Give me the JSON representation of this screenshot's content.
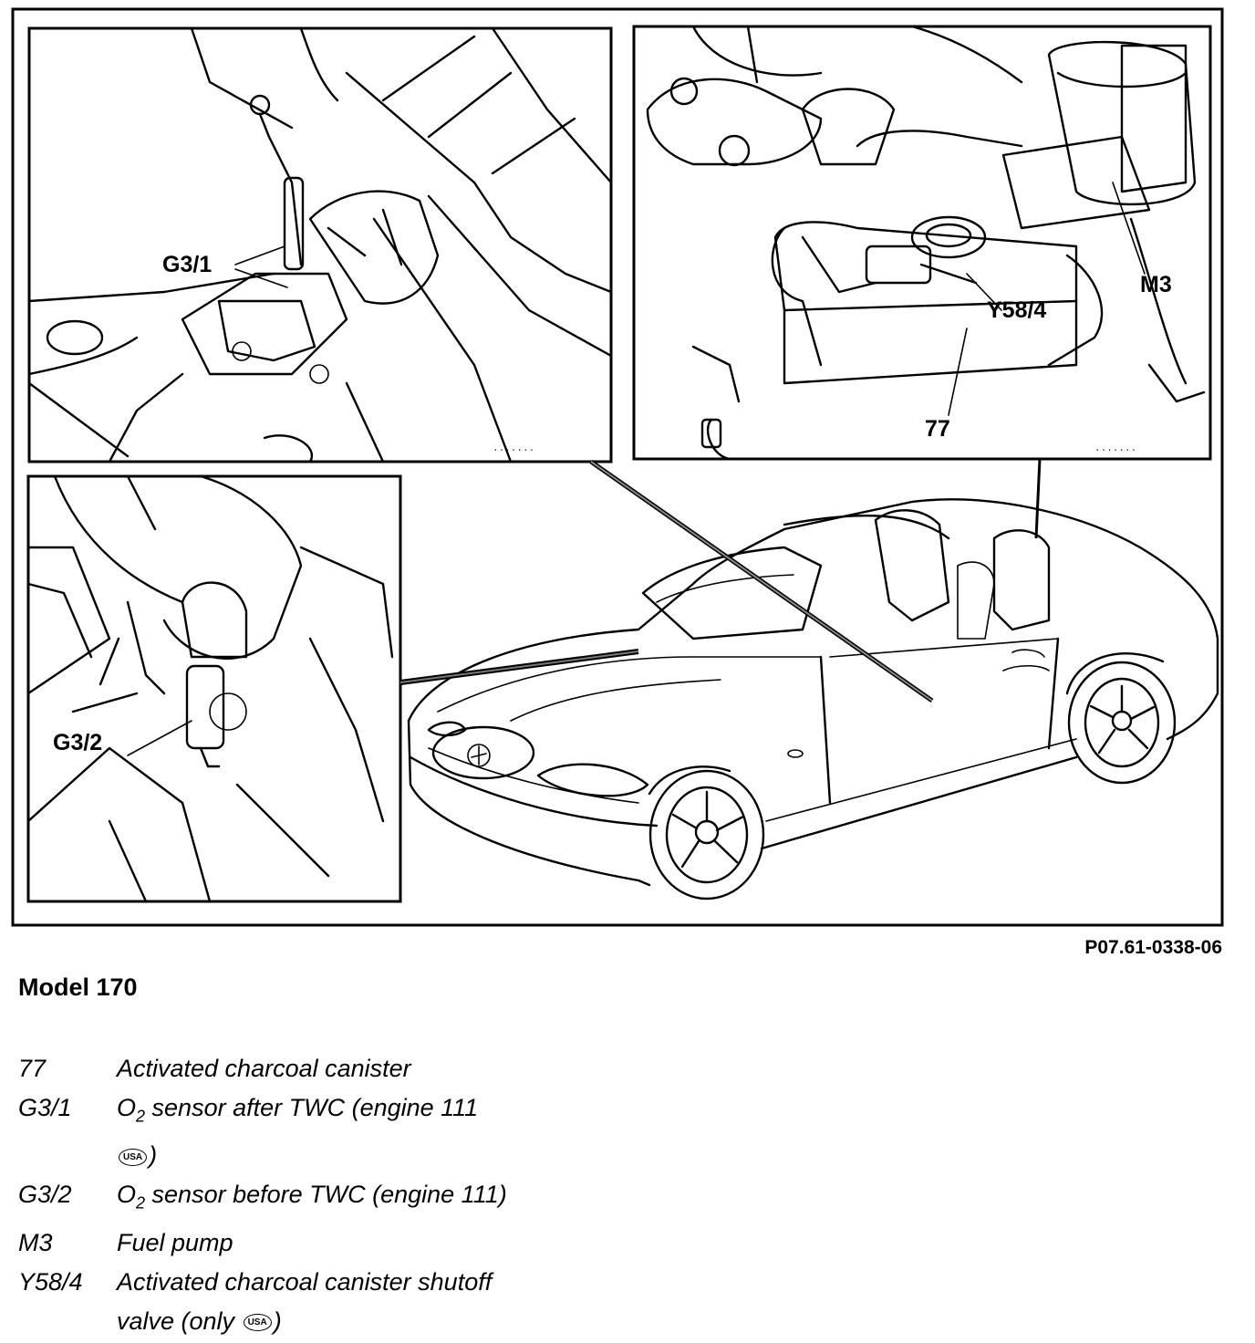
{
  "callouts": {
    "g3_1": "G3/1",
    "g3_2": "G3/2",
    "y58_4": "Y58/4",
    "m3": "M3",
    "n77": "77"
  },
  "figure_code": "P07.61-0338-06",
  "model_title": "Model 170",
  "legend": [
    {
      "code": "77",
      "text": "Activated charcoal canister"
    },
    {
      "code": "G3/1",
      "prefix": "O",
      "sub": "2",
      "text": " sensor after TWC (engine 111",
      "line2_badge": "USA",
      "line2_suffix": ")"
    },
    {
      "code": "G3/2",
      "prefix": "O",
      "sub": "2",
      "text": " sensor before TWC (engine 111)"
    },
    {
      "code": "M3",
      "text": "Fuel pump"
    },
    {
      "code": "Y58/4",
      "text": "Activated charcoal canister shutoff",
      "line2_prefix": "valve (only ",
      "line2_badge": "USA",
      "line2_suffix": ")"
    }
  ]
}
